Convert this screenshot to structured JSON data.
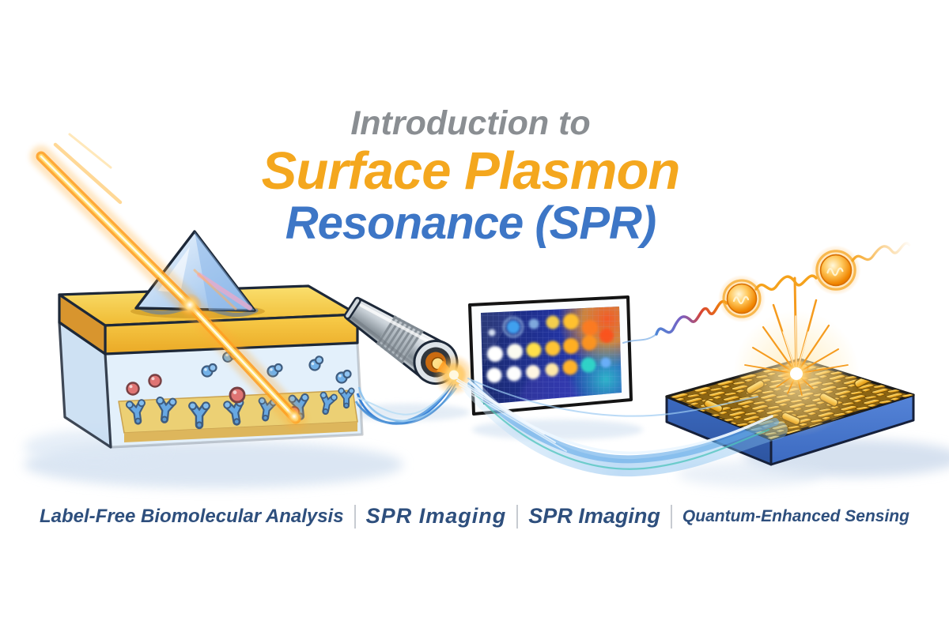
{
  "title": {
    "line1": "Introduction to",
    "line2": "Surface Plasmon",
    "line3": "Resonance (SPR)"
  },
  "captions": {
    "items": [
      {
        "label": "Label-Free Biomolecular Analysis"
      },
      {
        "label": "SPR Imaging"
      },
      {
        "label": "SPR Imaging"
      },
      {
        "label": "Quantum-Enhanced Sensing"
      }
    ]
  },
  "palette": {
    "title_gray": "#8a8e92",
    "title_orange": "#f4a71e",
    "title_blue": "#3d76c6",
    "caption_navy": "#2e4f7d",
    "divider_gray": "#c7cbd1",
    "gold": "#f2c23c",
    "glass_blue": "#ddeefb",
    "beam_orange": "#ff9d20",
    "fiber_blue": "#2f7cd6",
    "screen_navy": "#2233a0",
    "swoosh_blue": "#5fa8e8",
    "chip_blue": "#4d7fd4",
    "nanorod_gold": "#f2b42e",
    "photon_orange": "#f59300",
    "molecule_blue": "#4a97dd",
    "analyte_red": "#e4544d"
  },
  "scene": {
    "elements": [
      "laser-beam-icon",
      "prism-icon",
      "flow-cell-icon",
      "antibody-icons",
      "optical-fiber-icon",
      "laser-pointer-icon",
      "spr-imaging-screen-icon",
      "light-swoosh-icon",
      "gold-nanostructure-chip-icon",
      "plasmon-starburst-icon",
      "photon-orb-icons"
    ]
  }
}
